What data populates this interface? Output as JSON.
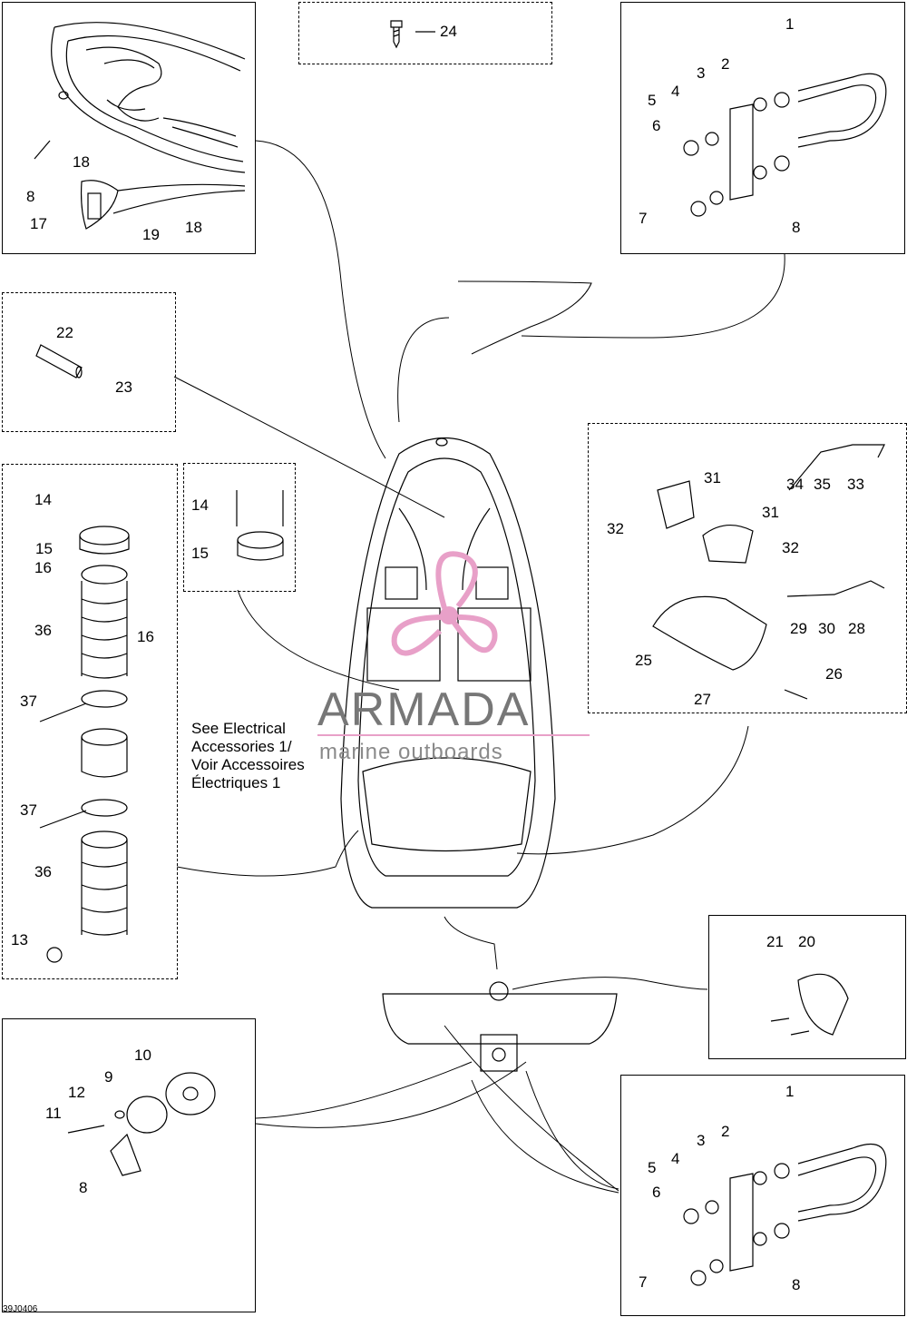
{
  "diagram": {
    "drawing_code": "39J0406",
    "watermark": {
      "brand": "ARMADA",
      "tagline": "marine outboards"
    },
    "note": [
      "See Electrical",
      "Accessories 1/",
      "Voir Accessoires",
      "Électriques 1"
    ],
    "callouts": {
      "p_front": [
        "18",
        "8",
        "17",
        "19",
        "18"
      ],
      "p_top": [
        "24"
      ],
      "p_ring_top": [
        "1",
        "2",
        "3",
        "4",
        "5",
        "6",
        "7",
        "8"
      ],
      "p_tube": [
        "22",
        "23"
      ],
      "p_vent_left": [
        "14",
        "15",
        "16",
        "16",
        "36",
        "37",
        "37",
        "36",
        "13"
      ],
      "p_vent_small": [
        "14",
        "15"
      ],
      "p_rack": [
        "31",
        "32",
        "31",
        "32",
        "34",
        "35",
        "33",
        "29",
        "30",
        "28",
        "25",
        "27",
        "26"
      ],
      "p_clip": [
        "21",
        "20"
      ],
      "p_drain": [
        "10",
        "9",
        "12",
        "11",
        "8"
      ],
      "p_ring_bot": [
        "1",
        "2",
        "3",
        "4",
        "5",
        "6",
        "7",
        "8"
      ]
    }
  }
}
